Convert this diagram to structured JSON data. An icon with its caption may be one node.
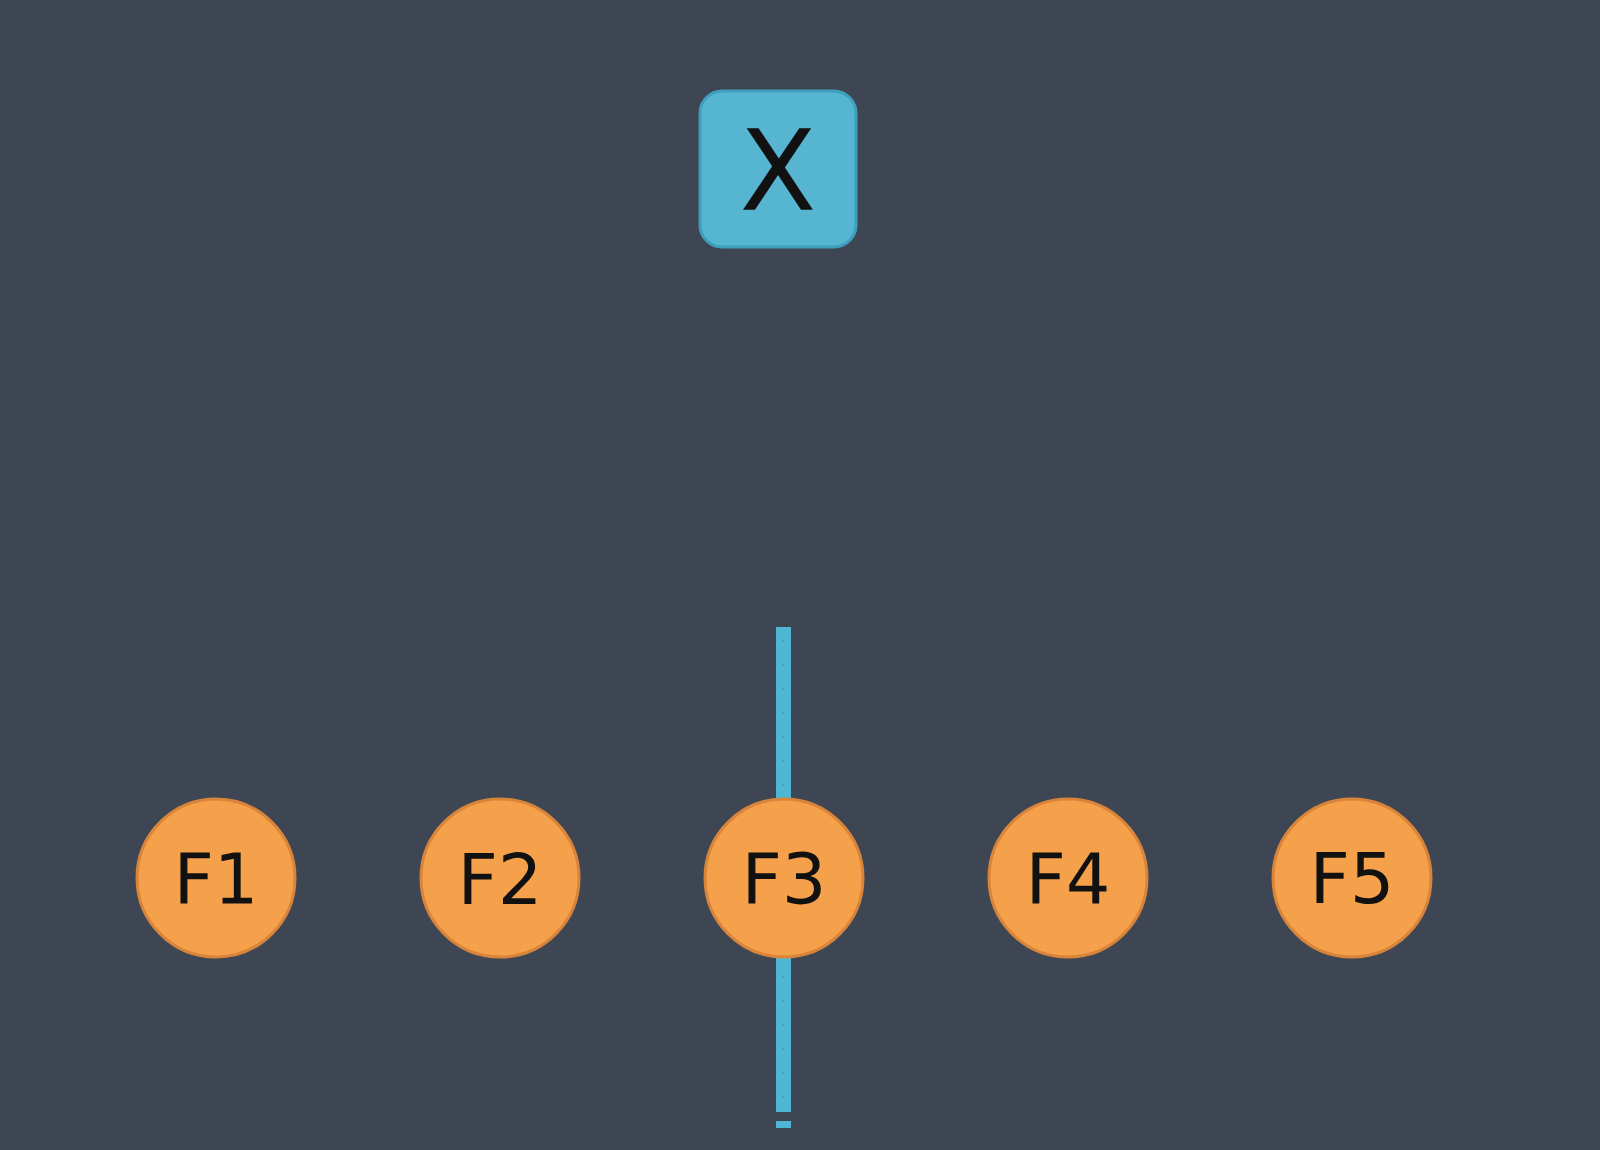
{
  "diagram": {
    "nodes": [
      {
        "text": [
          "X"
        ]
      },
      {
        "text": [
          "F1"
        ]
      },
      {
        "text": [
          "F2"
        ]
      },
      {
        "text": [
          "F3"
        ]
      },
      {
        "text": [
          "F4"
        ]
      },
      {
        "text": [
          "F5"
        ]
      }
    ]
  }
}
